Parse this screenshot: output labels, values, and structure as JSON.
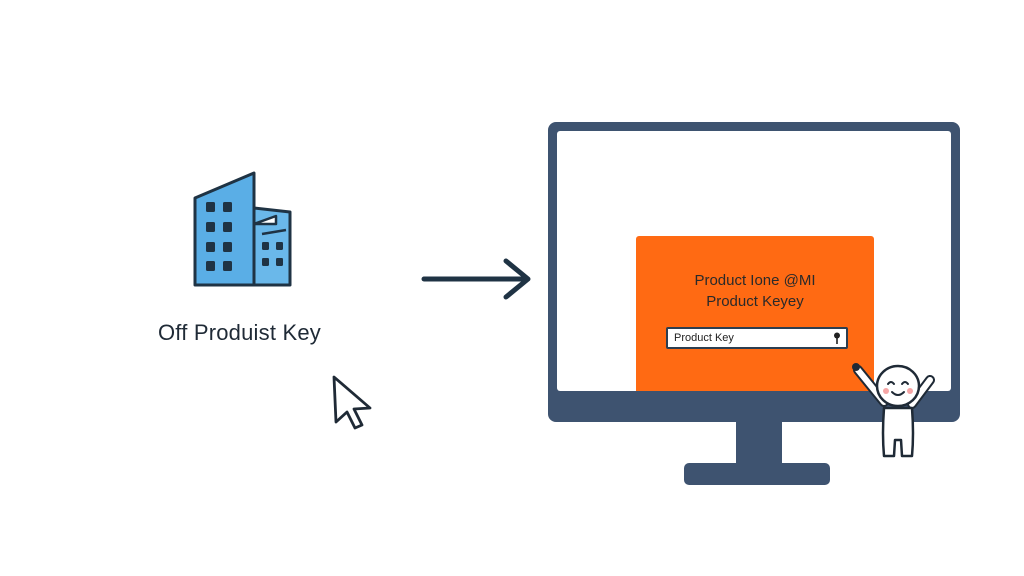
{
  "left": {
    "label": "Off Produist Key",
    "building_icon": "office-building-icon",
    "cursor_icon": "mouse-pointer-icon"
  },
  "arrow_icon": "arrow-right-icon",
  "monitor": {
    "dialog": {
      "title_line1": "Product Ione @MI",
      "title_line2": "Product Keyey",
      "input_value": "Product Key",
      "input_icon": "key-icon"
    }
  },
  "mascot_icon": "waving-character-icon",
  "colors": {
    "building_blue": "#5aaee6",
    "outline": "#1f3344",
    "monitor_frame": "#3e5370",
    "dialog_orange": "#ff6a13"
  }
}
